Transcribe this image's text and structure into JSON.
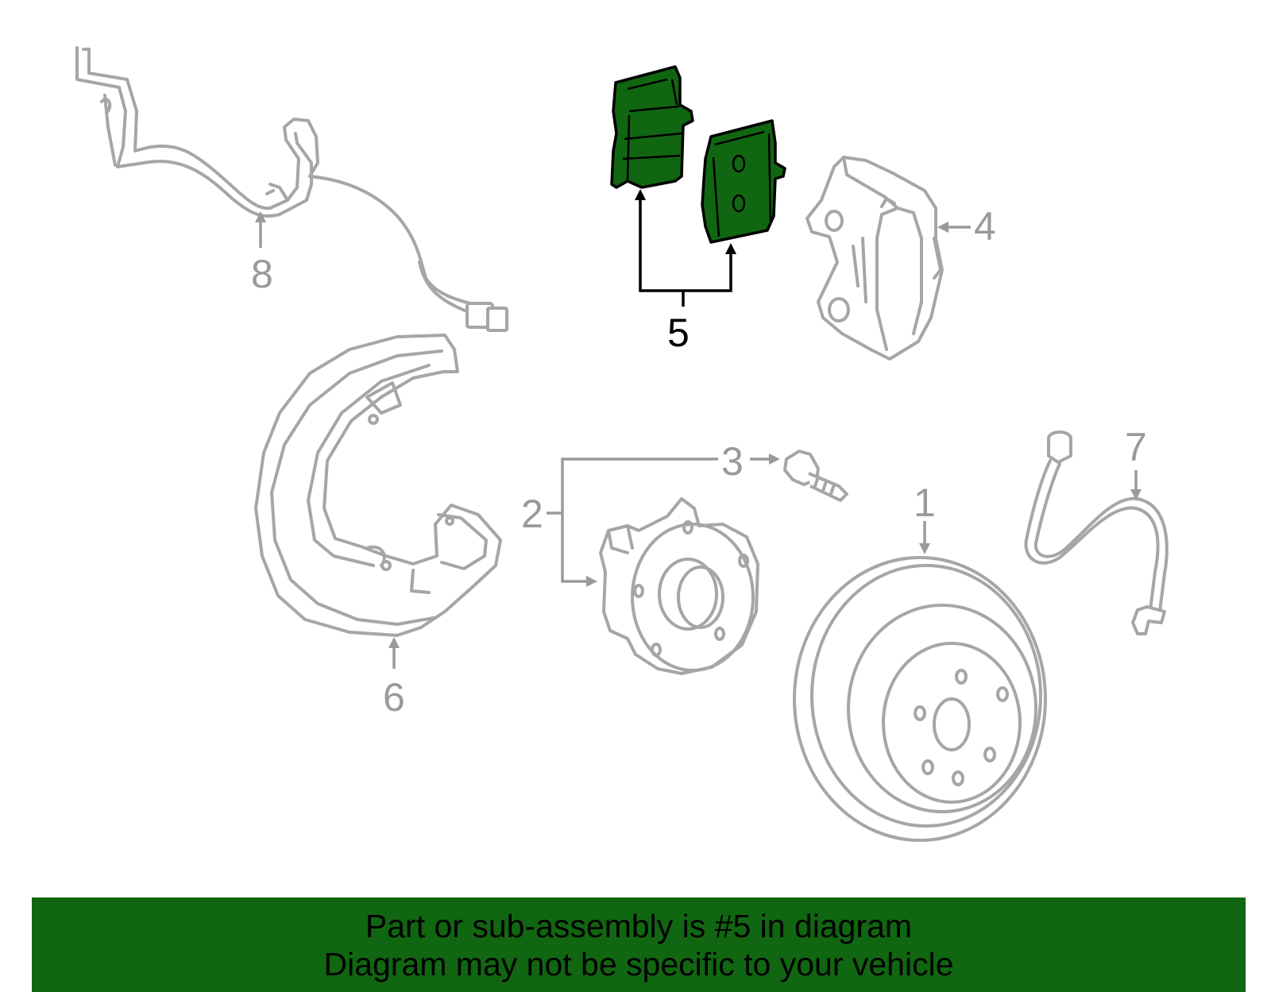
{
  "colors": {
    "highlight": "#116611",
    "part_outline": "#a6a6a6",
    "callout_gray": "#9a9a9a",
    "callout_selected": "#000000",
    "banner_bg": "#116611",
    "banner_text": "#000000"
  },
  "callouts": {
    "c1": "1",
    "c2": "2",
    "c3": "3",
    "c4": "4",
    "c5": "5",
    "c6": "6",
    "c7": "7",
    "c8": "8"
  },
  "selected_part": "5",
  "banner": {
    "line1": "Part or sub-assembly is #5 in diagram",
    "line2": "Diagram may not be specific to your vehicle"
  }
}
